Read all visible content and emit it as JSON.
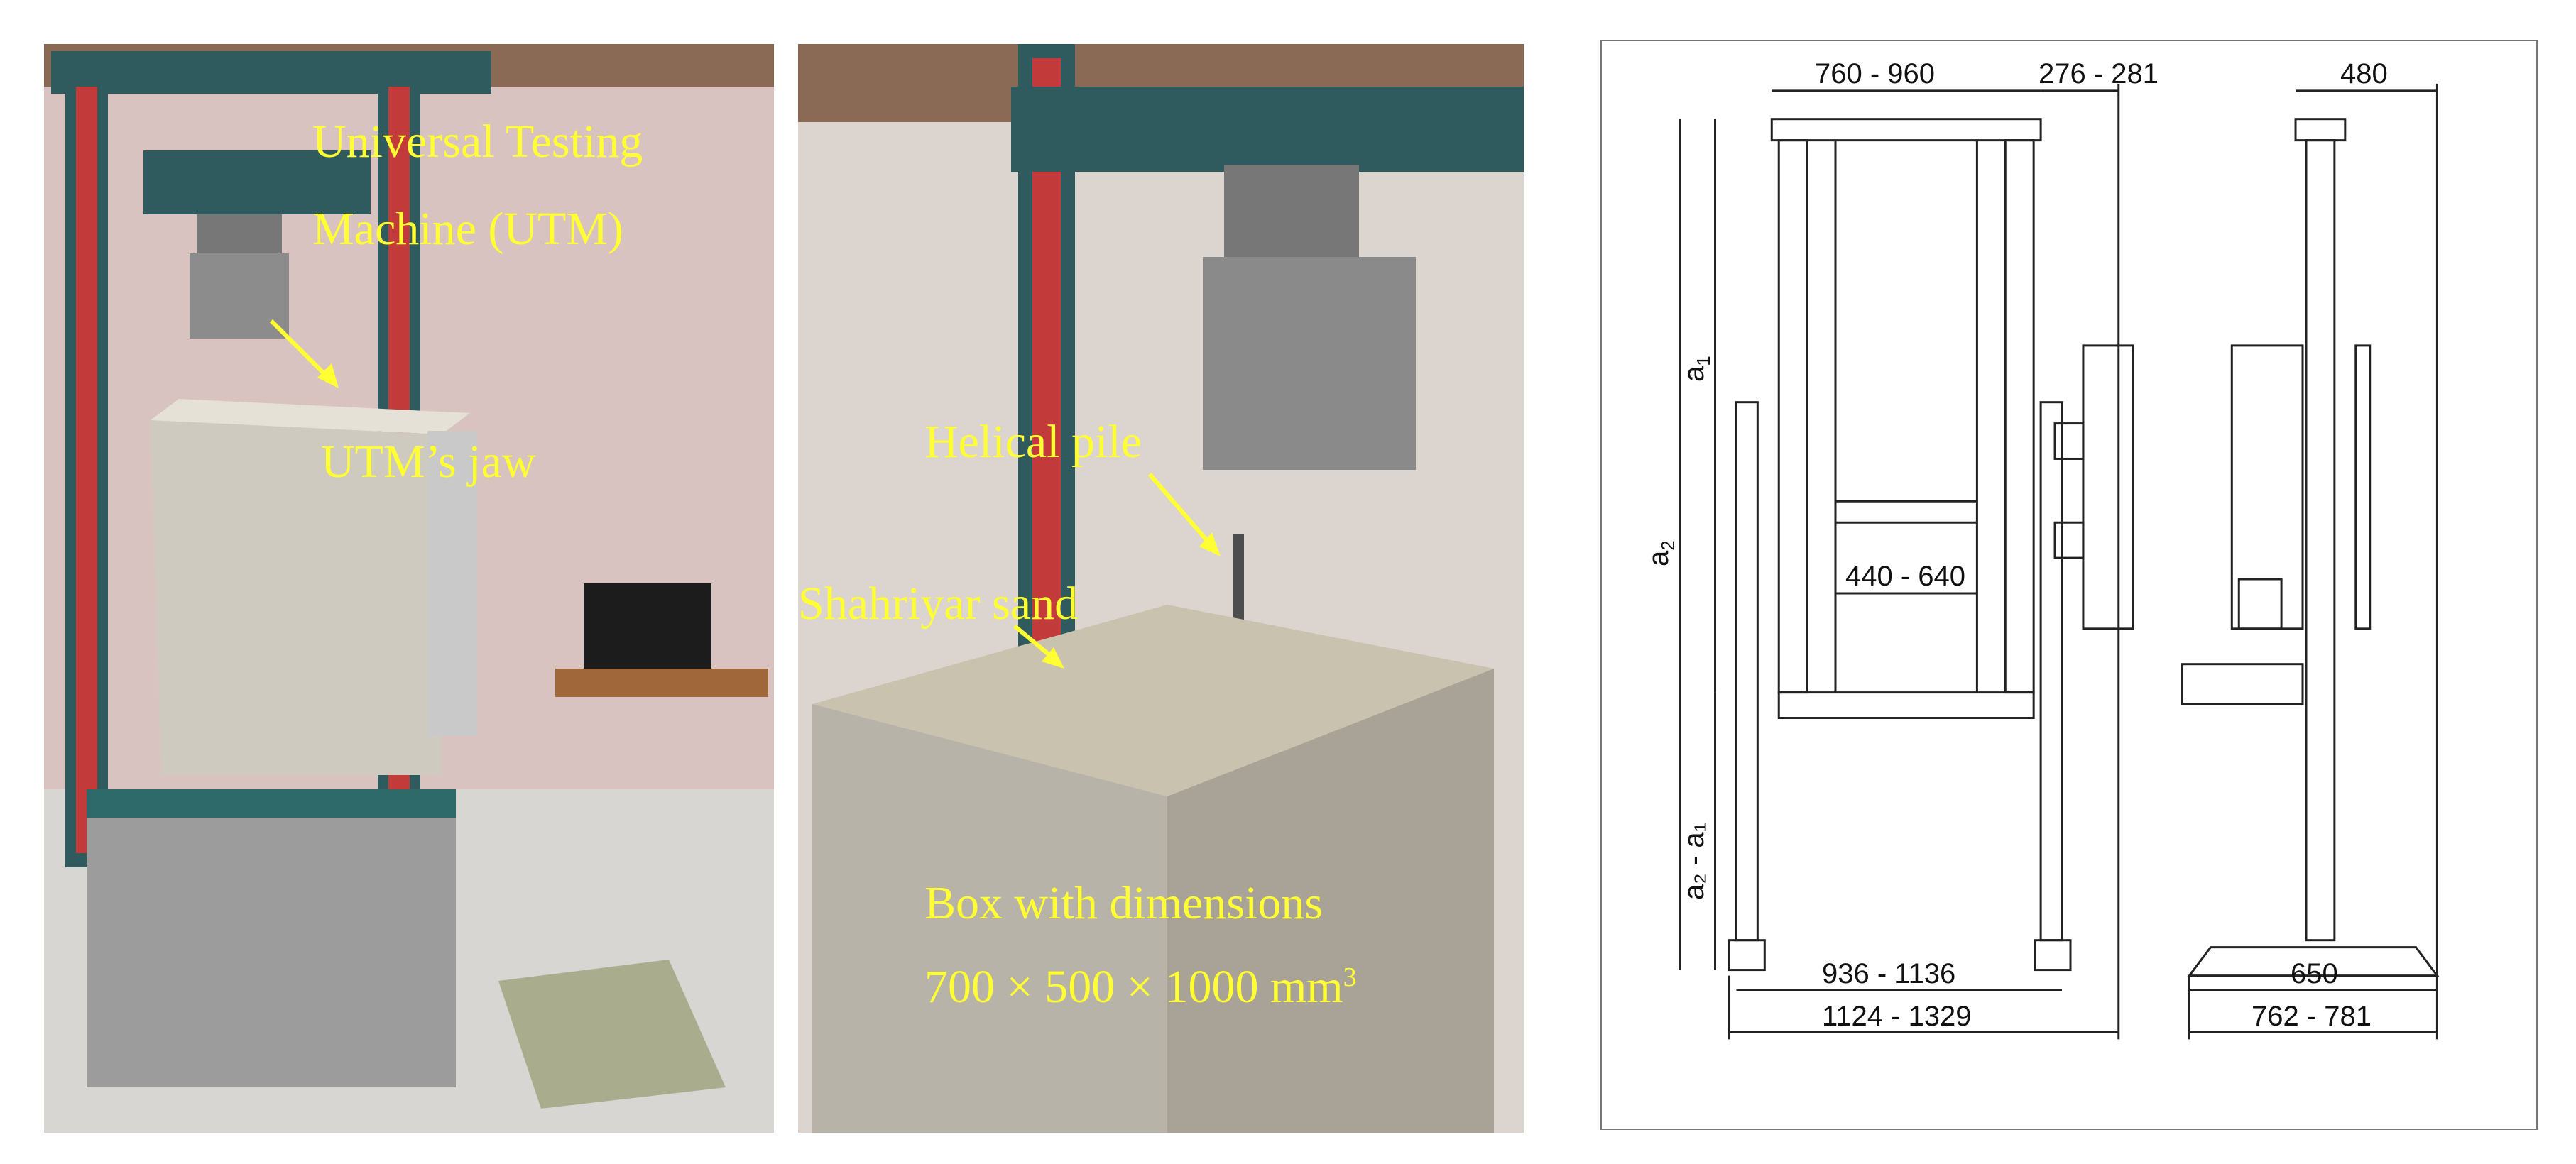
{
  "colors": {
    "caption": "#ffff33",
    "arrow": "#ffff33",
    "machine_frame": "#2f5a5e",
    "column_stripe": "#c23a3a",
    "drawing_line": "#222222"
  },
  "left_photo": {
    "caption_line1": "Universal Testing",
    "caption_line2": "Machine (UTM)",
    "jaw_label": "UTM’s jaw"
  },
  "middle_photo": {
    "pile_label": "Helical pile",
    "sand_label": "Shahriyar sand",
    "box_label_line1": "Box with dimensions",
    "box_label_line2": "700 × 500 × 1000 mm",
    "box_label_sup": "3"
  },
  "drawing": {
    "top_width": "760 - 960",
    "top_side_gap": "276 - 281",
    "top_right": "480",
    "inner_width": "440 - 640",
    "base_inner": "936 - 1136",
    "base_total": "1124 - 1329",
    "side_base": "650",
    "side_total": "762 - 781",
    "a1_label": "a",
    "a1_sub": "1",
    "a2_label": "a",
    "a2_sub": "2",
    "a2a1_label": "a₂ - a₁"
  }
}
